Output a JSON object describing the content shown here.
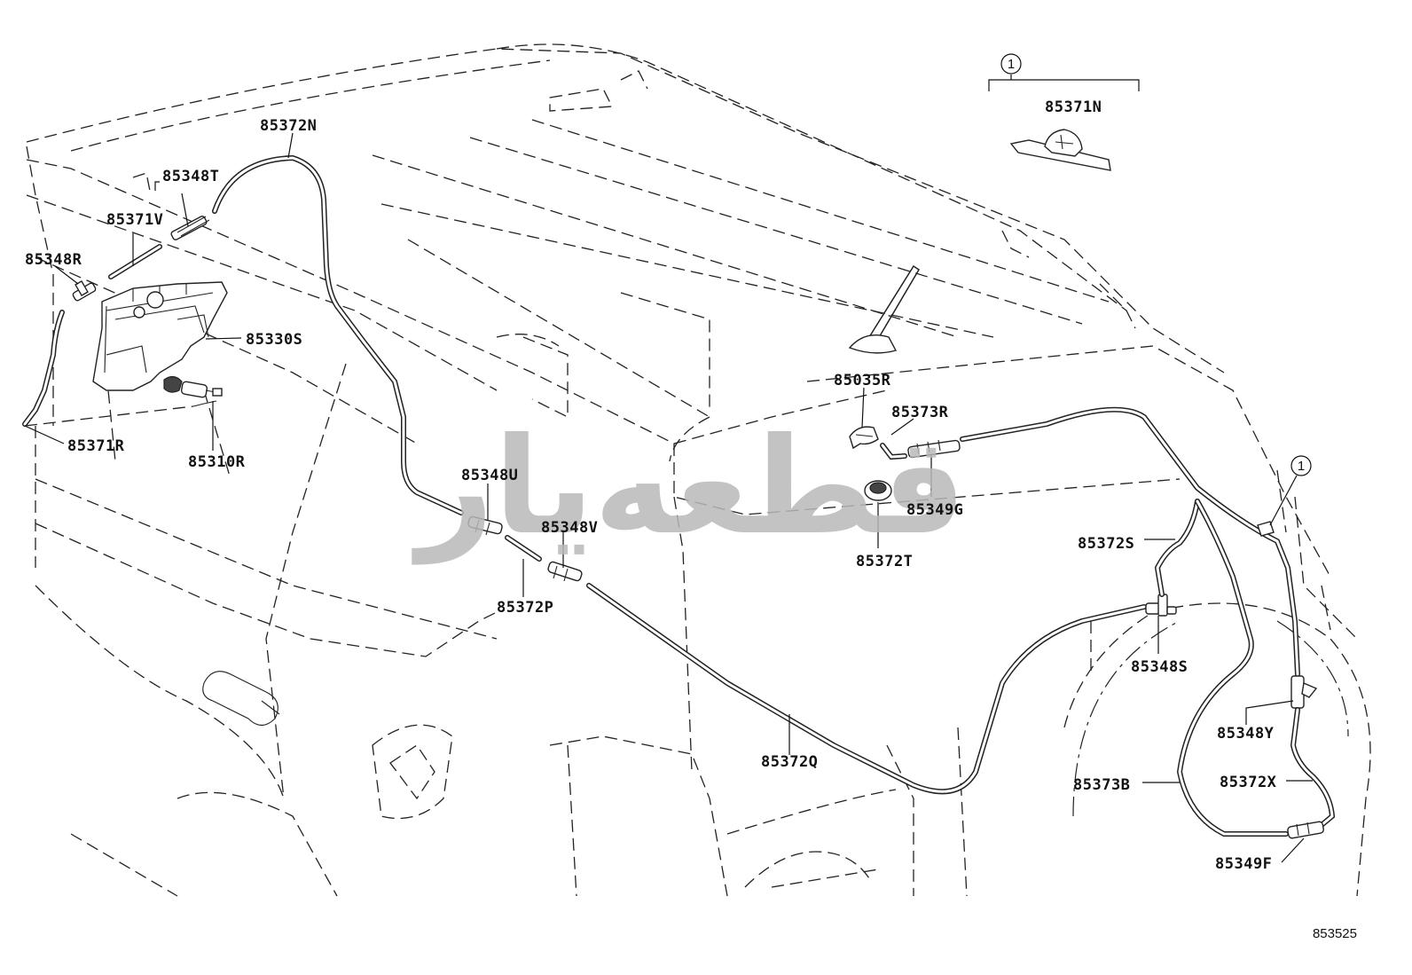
{
  "watermark": "قطعه‌یار",
  "figure_number": "853525",
  "callout_marker": "1",
  "labels": {
    "p85372N": "85372N",
    "p85348T": "85348T",
    "p85371V": "85371V",
    "p85348R": "85348R",
    "p85330S": "85330S",
    "p85371R": "85371R",
    "p85310R": "85310R",
    "p85371N": "85371N",
    "p85035R": "85035R",
    "p85373R": "85373R",
    "p85349G": "85349G",
    "p85372T": "85372T",
    "p85348U": "85348U",
    "p85348V": "85348V",
    "p85372P": "85372P",
    "p85372S": "85372S",
    "p85348S": "85348S",
    "p85372Q": "85372Q",
    "p85348Y": "85348Y",
    "p85372X": "85372X",
    "p85373B": "85373B",
    "p85349F": "85349F"
  }
}
